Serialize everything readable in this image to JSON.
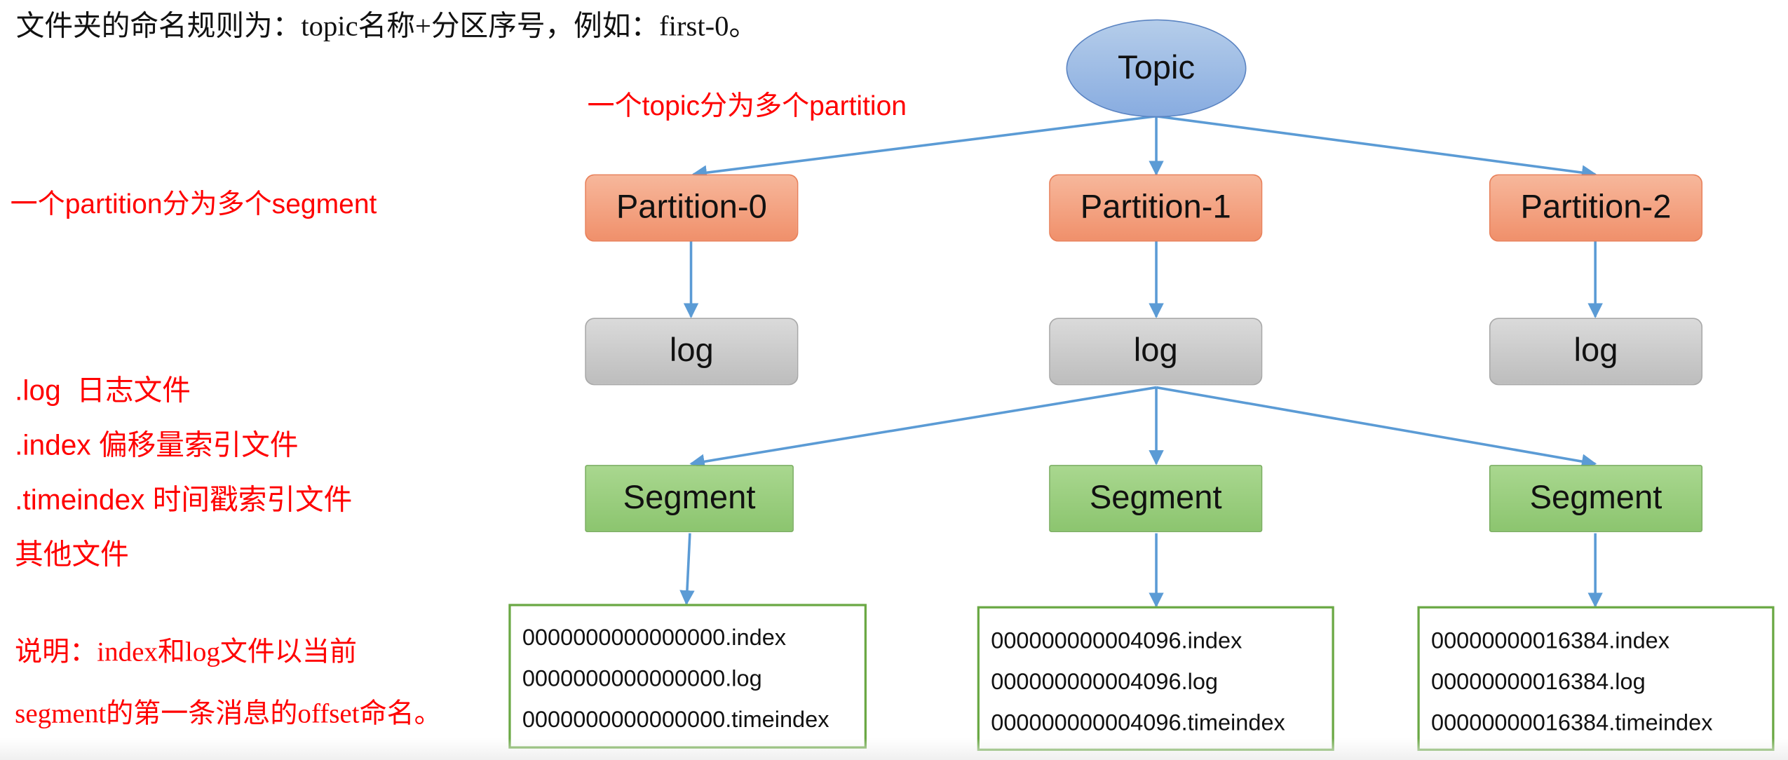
{
  "header_text": "文件夹的命名规则为：topic名称+分区序号，例如：first-0。",
  "topic_label": "Topic",
  "note_topic": "一个topic分为多个partition",
  "note_partition": "一个partition分为多个segment",
  "file_types": [
    ".log  日志文件",
    ".index 偏移量索引文件",
    ".timeindex 时间戳索引文件",
    "其他文件"
  ],
  "explanation": [
    "说明：index和log文件以当前",
    "segment的第一条消息的offset命名。"
  ],
  "partitions": [
    {
      "label": "Partition-0",
      "log": "log",
      "segment": "Segment",
      "files": [
        "0000000000000000.index",
        "0000000000000000.log",
        "0000000000000000.timeindex"
      ]
    },
    {
      "label": "Partition-1",
      "log": "log",
      "segment": "Segment",
      "files": [
        "000000000004096.index",
        "000000000004096.log",
        "000000000004096.timeindex"
      ]
    },
    {
      "label": "Partition-2",
      "log": "log",
      "segment": "Segment",
      "files": [
        "00000000016384.index",
        "00000000016384.log",
        "00000000016384.timeindex"
      ]
    }
  ],
  "colors": {
    "annotation_red": "#ff0000",
    "arrow_blue": "#5b9bd5",
    "topic_fill": "#9dbde6",
    "partition_fill": "#f4a582",
    "log_fill": "#c8c8c8",
    "segment_fill": "#9ccf82",
    "file_border": "#6aa844"
  }
}
